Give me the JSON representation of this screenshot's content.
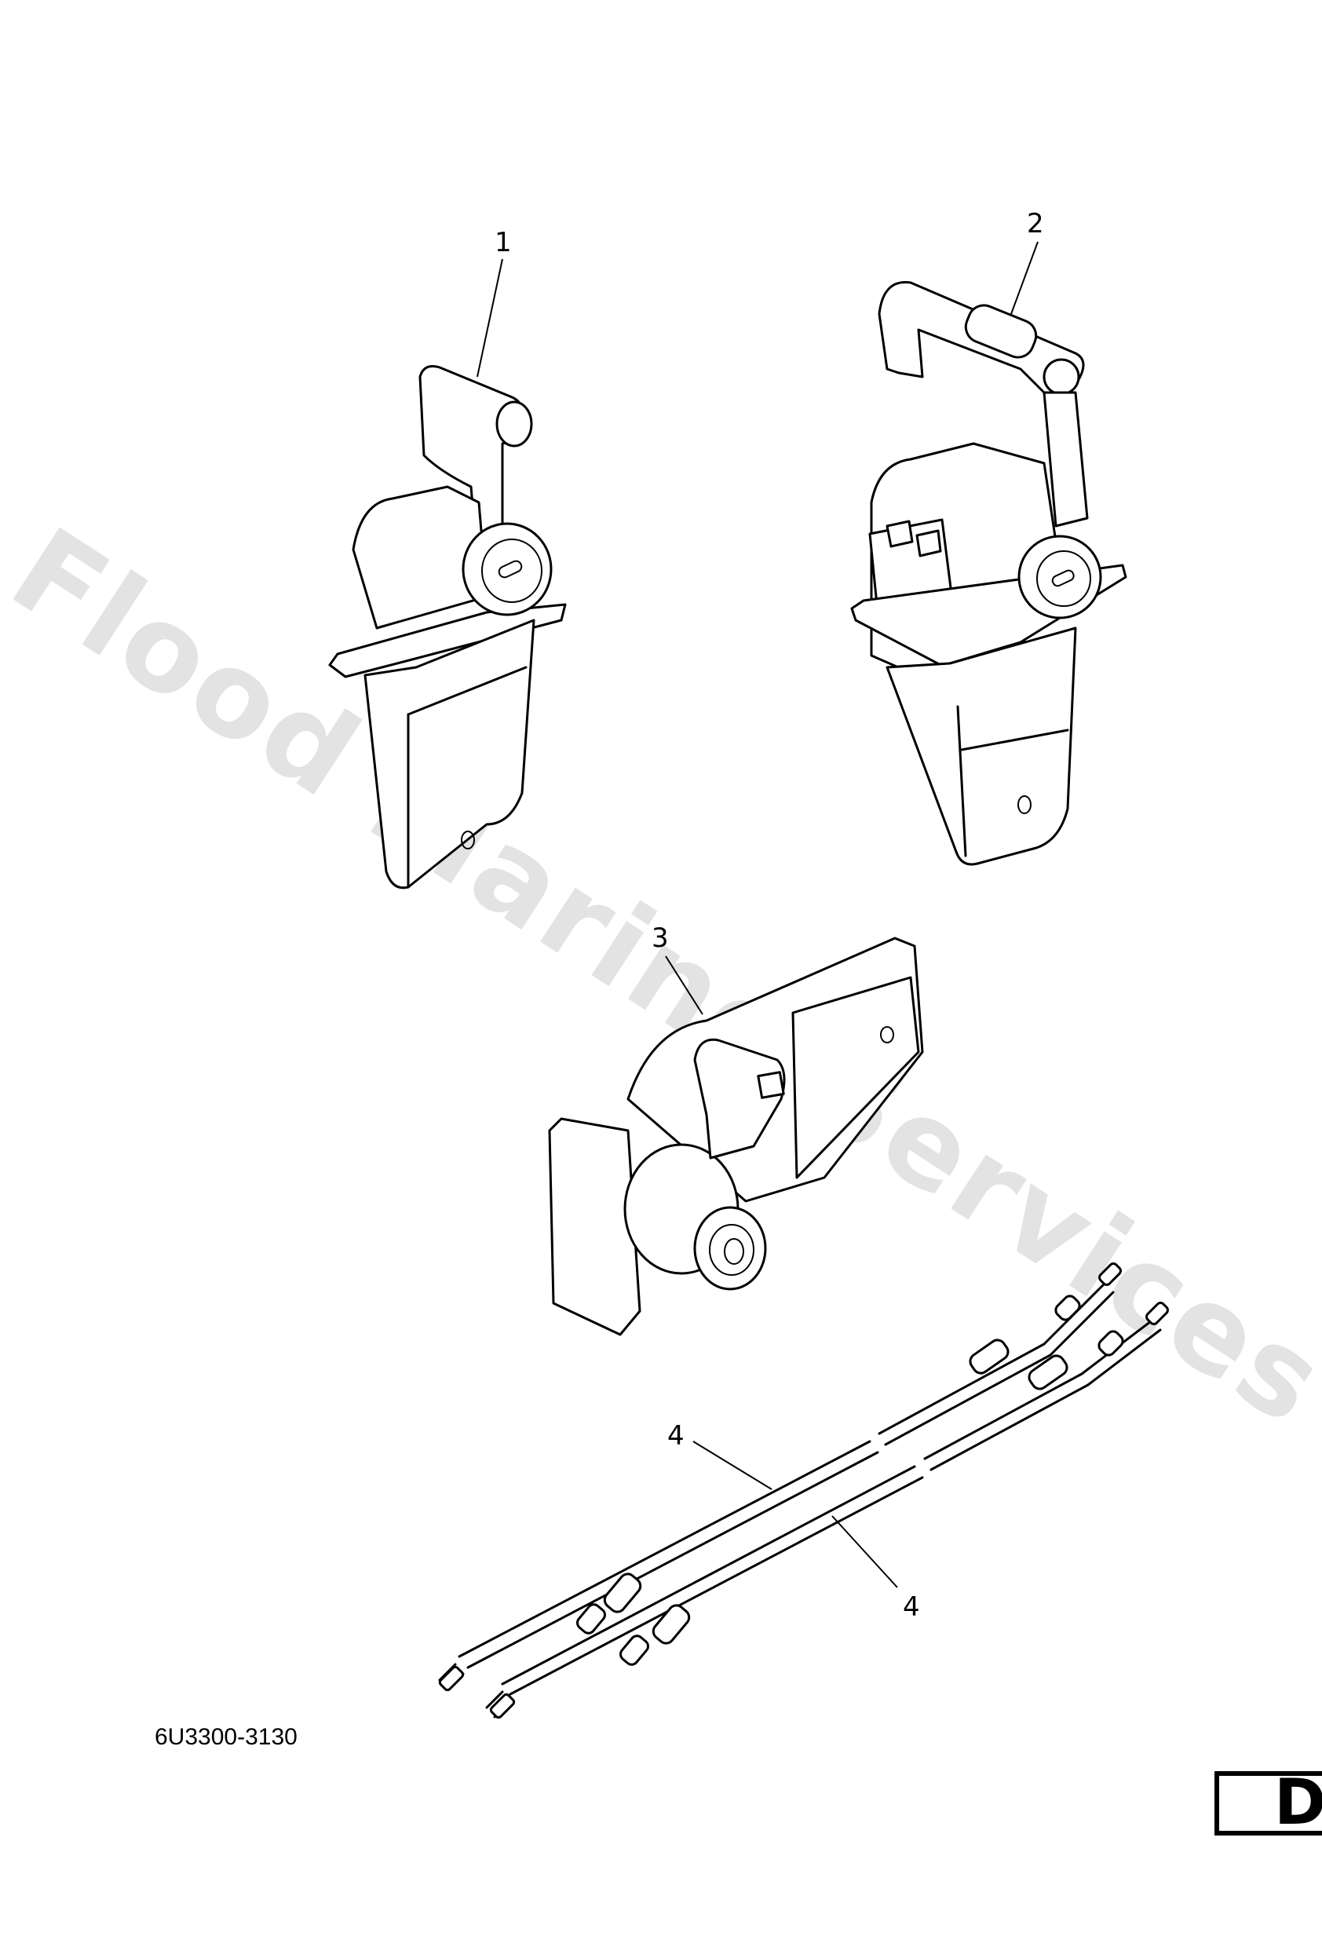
{
  "diagram": {
    "type": "exploded-parts-diagram",
    "subject": "Remote control boxes and cables",
    "watermark": "Flood Marine Services",
    "figure_code": "6U3300-3130",
    "section_letter": "D",
    "callouts": [
      {
        "id": "1",
        "label": "1",
        "part": "remote-control-box-single-lever-side-mount"
      },
      {
        "id": "2",
        "label": "2",
        "part": "remote-control-box-dual-switch-top"
      },
      {
        "id": "3",
        "label": "3",
        "part": "remote-control-box-panel-mount"
      },
      {
        "id": "4a",
        "label": "4",
        "part": "remote-control-cable-upper"
      },
      {
        "id": "4b",
        "label": "4",
        "part": "remote-control-cable-lower"
      }
    ],
    "colors": {
      "line": "#000000",
      "background": "#ffffff",
      "watermark": "#e3e3e3"
    }
  }
}
